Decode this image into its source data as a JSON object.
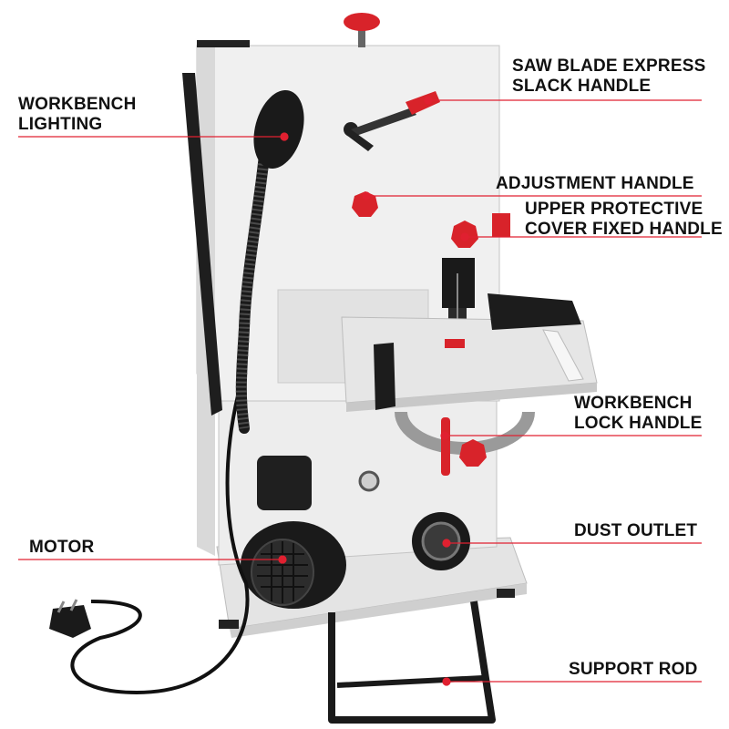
{
  "colors": {
    "leader_line": "#e02030",
    "accent_red": "#d8232a",
    "machine_body": "#ececec",
    "machine_shadow": "#c9c9c9",
    "black_part": "#1a1a1a",
    "label_text": "#111111"
  },
  "callouts": [
    {
      "id": "saw-blade-express-slack-handle",
      "lines": [
        "SAW BLADE EXPRESS",
        "SLACK HANDLE"
      ]
    },
    {
      "id": "workbench-lighting",
      "lines": [
        "WORKBENCH",
        "LIGHTING"
      ]
    },
    {
      "id": "adjustment-handle",
      "lines": [
        "ADJUSTMENT HANDLE"
      ]
    },
    {
      "id": "upper-protective-cover-fixed-handle",
      "lines": [
        "UPPER PROTECTIVE",
        "COVER FIXED HANDLE"
      ]
    },
    {
      "id": "workbench-lock-handle",
      "lines": [
        "WORKBENCH",
        "LOCK HANDLE"
      ]
    },
    {
      "id": "motor",
      "lines": [
        "MOTOR"
      ]
    },
    {
      "id": "dust-outlet",
      "lines": [
        "DUST OUTLET"
      ]
    },
    {
      "id": "support-rod",
      "lines": [
        "SUPPORT ROD"
      ]
    }
  ]
}
